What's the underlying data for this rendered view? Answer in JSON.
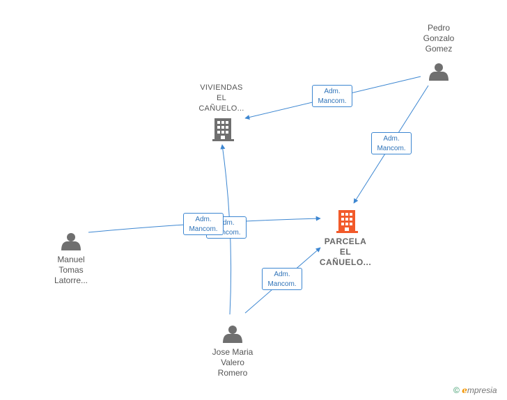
{
  "nodes": {
    "pedro": {
      "lines": [
        "Pedro",
        "Gonzalo",
        "Gomez"
      ],
      "type": "person"
    },
    "viviendas": {
      "lines": [
        "VIVIENDAS",
        "EL",
        "CAÑUELO..."
      ],
      "type": "company"
    },
    "parcela": {
      "lines": [
        "PARCELA",
        "EL",
        "CAÑUELO..."
      ],
      "type": "company",
      "focus": true
    },
    "manuel": {
      "lines": [
        "Manuel",
        "Tomas",
        "Latorre..."
      ],
      "type": "person"
    },
    "jose": {
      "lines": [
        "Jose Maria",
        "Valero",
        "Romero"
      ],
      "type": "person"
    }
  },
  "edges": [
    {
      "from": "pedro",
      "to": "viviendas",
      "label": [
        "Adm.",
        "Mancom."
      ]
    },
    {
      "from": "pedro",
      "to": "parcela",
      "label": [
        "Adm.",
        "Mancom."
      ]
    },
    {
      "from": "manuel",
      "to": "parcela",
      "label": [
        "Adm.",
        "Mancom."
      ]
    },
    {
      "from": "jose",
      "to": "viviendas",
      "label": [
        "Adm.",
        "Mancom."
      ]
    },
    {
      "from": "jose",
      "to": "parcela",
      "label": [
        "Adm.",
        "Mancom."
      ]
    }
  ],
  "colors": {
    "edge": "#3c86d1",
    "person_icon": "#6f6f6f",
    "company_icon": "#6f6f6f",
    "focus_icon": "#f25a2a"
  },
  "brand": {
    "copyright": "©",
    "e": "e",
    "rest": "mpresia"
  }
}
